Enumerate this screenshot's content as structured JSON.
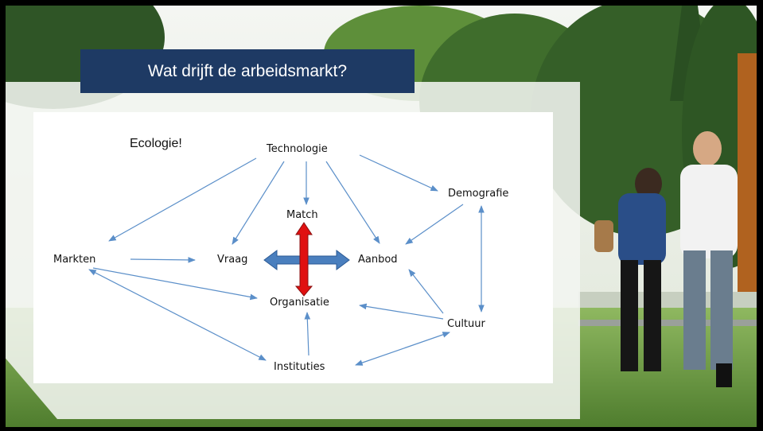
{
  "slide": {
    "title": "Wat drijft de arbeidsmarkt?"
  },
  "diagram": {
    "annotation": "Ecologie!",
    "nodes": {
      "technologie": "Technologie",
      "demografie": "Demografie",
      "match": "Match",
      "markten": "Markten",
      "vraag": "Vraag",
      "aanbod": "Aanbod",
      "organisatie": "Organisatie",
      "cultuur": "Cultuur",
      "instituties": "Instituties"
    },
    "colors": {
      "arrow": "#5b8fc9",
      "horizontal_double_arrow": "#4a7fbe",
      "vertical_double_arrow": "#e01010",
      "title_bar": "#1e3a64"
    }
  }
}
